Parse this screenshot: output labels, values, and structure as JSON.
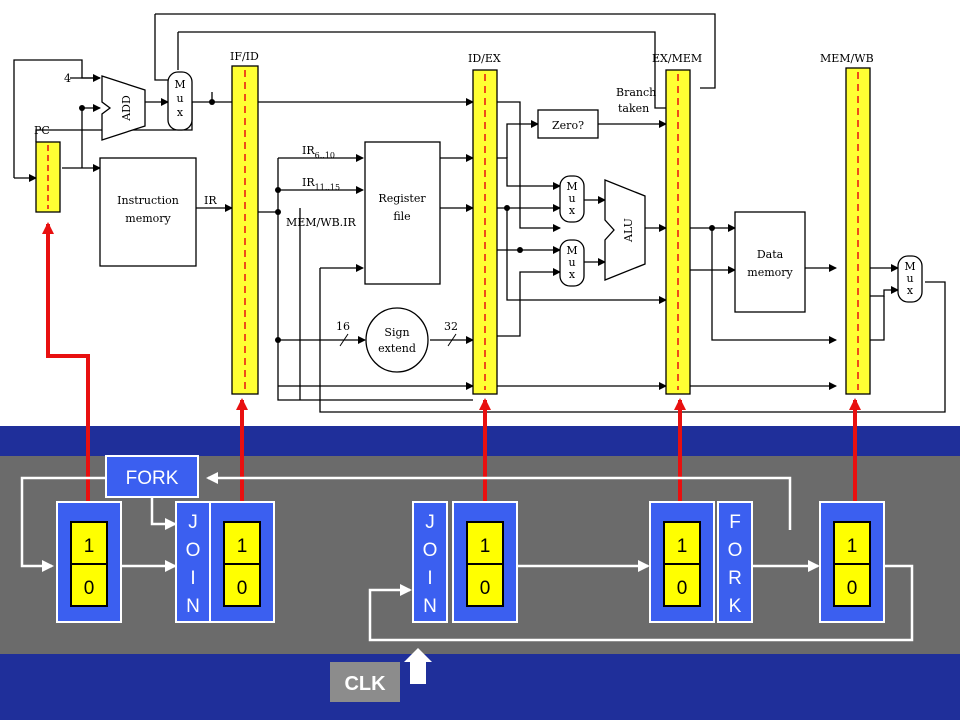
{
  "pipeline": {
    "registers": [
      "IF/ID",
      "ID/EX",
      "EX/MEM",
      "MEM/WB"
    ],
    "pc": "PC",
    "add": "ADD",
    "four": "4",
    "mux": "M\nu\nx",
    "instruction_memory": [
      "Instruction",
      "memory"
    ],
    "ir": "IR",
    "ir_6_10": "IR",
    "ir_6_10_sub": "6..10",
    "ir_11_15": "IR",
    "ir_11_15_sub": "11..15",
    "memwb_ir": "MEM/WB.IR",
    "register_file": [
      "Register",
      "file"
    ],
    "sign_extend": [
      "Sign",
      "extend"
    ],
    "sixteen": "16",
    "thirtytwo": "32",
    "zero": "Zero?",
    "branch_taken": [
      "Branch",
      "taken"
    ],
    "alu": "ALU",
    "data_memory": [
      "Data",
      "memory"
    ]
  },
  "control": {
    "fork_box": "FORK",
    "join_letters": [
      "J",
      "O",
      "I",
      "N"
    ],
    "fork_letters": [
      "F",
      "O",
      "R",
      "K"
    ],
    "bit_one": "1",
    "bit_zero": "0",
    "clk": "CLK"
  },
  "colors": {
    "band_blue": "#1f2f9a",
    "band_gray": "#6b6b6b",
    "stage_blue": "#3b5ff0",
    "bit_yellow": "#ffff00",
    "latch_yellow": "#ffff33",
    "signal_red": "#e81010"
  }
}
